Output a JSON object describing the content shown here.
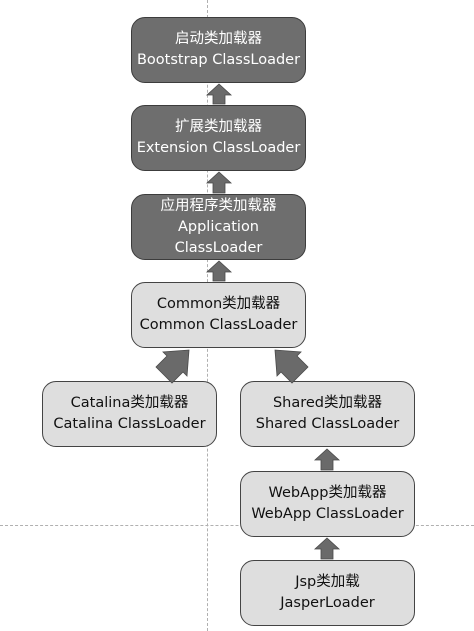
{
  "nodes": {
    "bootstrap": {
      "cn": "启动类加载器",
      "en": "Bootstrap ClassLoader"
    },
    "extension": {
      "cn": "扩展类加载器",
      "en": "Extension ClassLoader"
    },
    "application": {
      "cn": "应用程序类加载器",
      "en": "Application ClassLoader"
    },
    "common": {
      "cn": "Common类加载器",
      "en": "Common ClassLoader"
    },
    "catalina": {
      "cn": "Catalina类加载器",
      "en": "Catalina ClassLoader"
    },
    "shared": {
      "cn": "Shared类加载器",
      "en": "Shared ClassLoader"
    },
    "webapp": {
      "cn": "WebApp类加载器",
      "en": "WebApp ClassLoader"
    },
    "jsp": {
      "cn": "Jsp类加载",
      "en": "JasperLoader"
    }
  },
  "colors": {
    "dark_fill": "#6e6e6e",
    "light_fill": "#dedede",
    "arrow_fill": "#6a6a6a"
  }
}
